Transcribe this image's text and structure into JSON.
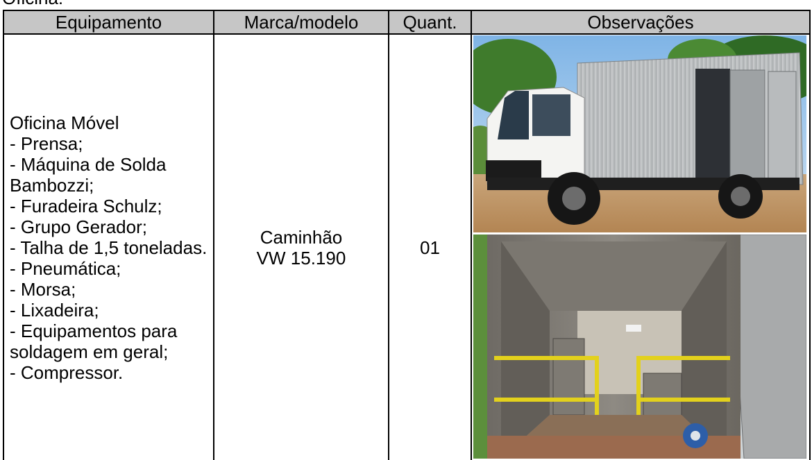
{
  "document": {
    "cut_title": "Oficina:"
  },
  "table": {
    "headers": [
      "Equipamento",
      "Marca/modelo",
      "Quant.",
      "Observações"
    ],
    "equipment_lines": [
      "Oficina Móvel",
      "- Prensa;",
      "- Máquina de Solda Bambozzi;",
      "- Furadeira Schulz;",
      "- Grupo Gerador;",
      "- Talha de 1,5 toneladas.",
      "- Pneumática;",
      "- Morsa;",
      "- Lixadeira;",
      "- Equipamentos para soldagem em geral;",
      "- Compressor."
    ],
    "brand_model_line1": "Caminhão",
    "brand_model_line2": "VW 15.190",
    "quantity": "01"
  },
  "colors": {
    "header_bg": "#c6c6c6",
    "border": "#000000"
  }
}
